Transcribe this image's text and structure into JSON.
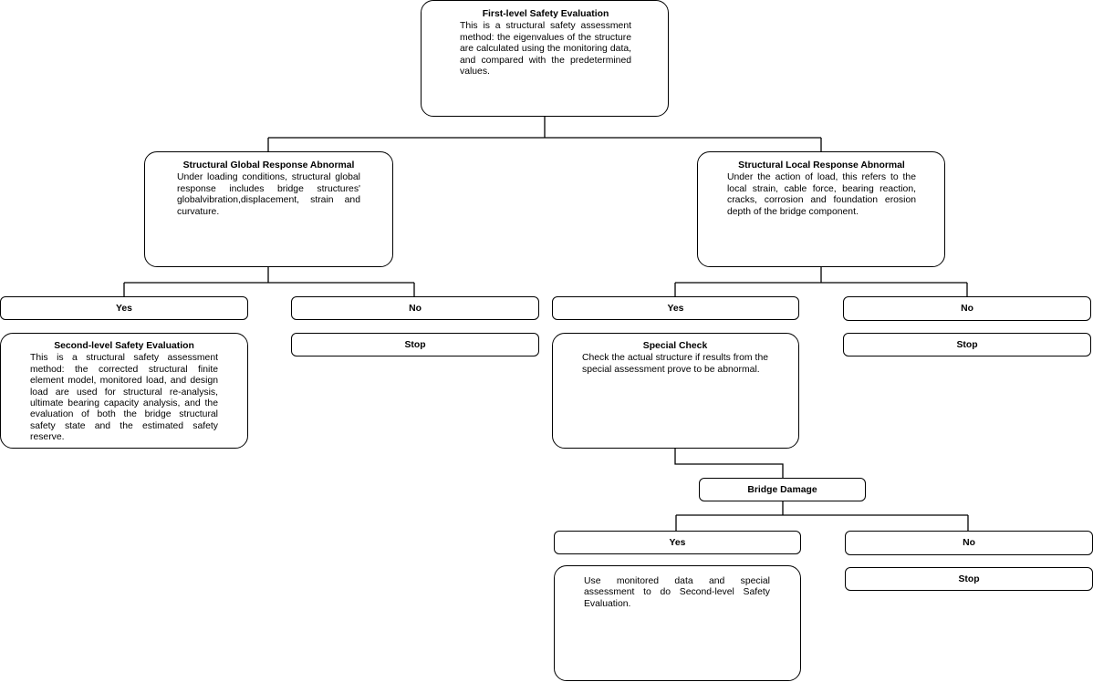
{
  "first_level": {
    "title": "First-level Safety Evaluation",
    "body": "This is a structural safety assessment method: the eigenvalues of the structure are calculated using the monitoring data, and compared with the predetermined values."
  },
  "global_response": {
    "title": "Structural Global Response Abnormal",
    "body": "Under loading conditions, structural global response includes bridge structures' globalvibration,displacement, strain and curvature."
  },
  "local_response": {
    "title": "Structural Local Response Abnormal",
    "body": "Under the action of load, this refers to the local strain, cable force, bearing reaction, cracks, corrosion and foundation erosion depth of the bridge component."
  },
  "branch_global": {
    "yes": "Yes",
    "no": "No",
    "stop": "Stop"
  },
  "branch_local": {
    "yes": "Yes",
    "no": "No",
    "stop": "Stop"
  },
  "second_level": {
    "title": "Second-level Safety Evaluation",
    "body": "This is a structural safety assessment method: the corrected structural finite element model, monitored load, and design load are used for structural re-analysis, ultimate bearing capacity analysis, and the evaluation of both the bridge structural safety state and the estimated safety reserve."
  },
  "special_check": {
    "title": "Special Check",
    "body": "Check the actual structure if results from the special assessment prove to be abnormal."
  },
  "bridge_damage": {
    "label": "Bridge Damage"
  },
  "branch_damage": {
    "yes": "Yes",
    "no": "No",
    "stop": "Stop"
  },
  "damage_action": {
    "body": "Use monitored data and special assessment to do Second-level Safety Evaluation."
  }
}
